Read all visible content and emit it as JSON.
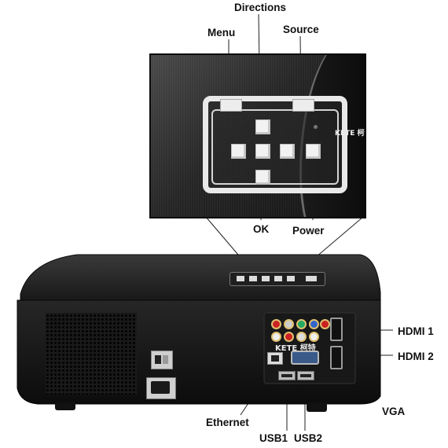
{
  "labels": {
    "directions": "Directions",
    "menu": "Menu",
    "source": "Source",
    "ok": "OK",
    "power": "Power",
    "hdmi1": "HDMI 1",
    "hdmi2": "HDMI 2",
    "vga": "VGA",
    "ethernet": "Ethernet",
    "usb1": "USB1",
    "usb2": "USB2"
  },
  "brand": {
    "zoom": "KETE 柯特",
    "body": "KETE 柯特"
  },
  "colors": {
    "body": "#1c1c1c",
    "panel": "#2a2a2a",
    "key": "#f2f2f2",
    "leader": "#222222"
  },
  "icons": [
    "directional-keypad-icon",
    "power-switch-icon",
    "power-socket-icon",
    "rca-jack-icon",
    "hdmi-port-icon",
    "vga-port-icon",
    "ethernet-port-icon",
    "usb-port-icon"
  ]
}
